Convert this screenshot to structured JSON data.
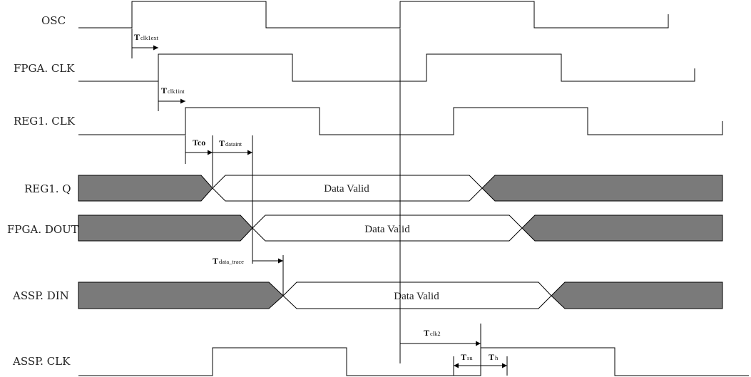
{
  "signals": {
    "osc": "OSC",
    "fpga_clk": "FPGA. CLK",
    "reg1_clk": "REG1. CLK",
    "reg1_q": "REG1. Q",
    "fpga_dout": "FPGA. DOUT",
    "assp_din": "ASSP. DIN",
    "assp_clk": "ASSP. CLK"
  },
  "buses": {
    "reg1_q_label": "Data Valid",
    "fpga_dout_label": "Data Valid",
    "assp_din_label": "Data Valid"
  },
  "params": {
    "tclk1ext": {
      "main": "T",
      "sub": "clk1ext"
    },
    "tclk1int": {
      "main": "T",
      "sub": "clk1int"
    },
    "tco": {
      "main": "Tco",
      "sub": ""
    },
    "tdataint": {
      "main": "T",
      "sub": "dataint"
    },
    "tdata_trace": {
      "main": "T",
      "sub": "data_trace"
    },
    "tclk2": {
      "main": "T",
      "sub": "clk2"
    },
    "tsu": {
      "main": "T",
      "sub": "su"
    },
    "th": {
      "main": "T",
      "sub": "h"
    }
  },
  "colors": {
    "invalid_fill": "#7a7a7a",
    "line": "#000000",
    "background": "#ffffff"
  }
}
